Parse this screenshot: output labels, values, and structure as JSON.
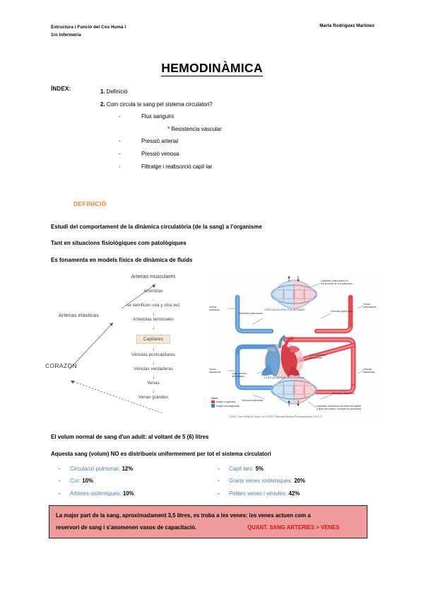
{
  "header": {
    "course_line1": "Estructura  i Funció del Cos Humà I",
    "course_line2": "1ro Infermeria",
    "author": "Marta Rodriguez Martinez"
  },
  "title": "HEMODINÀMICA",
  "index": {
    "label": "ÍNDEX:",
    "item1_num": "1.",
    "item1_text": "Definició",
    "item2_num": "2.",
    "item2_text": "Com circula la sang pel sistema circulatori?",
    "dash": "-",
    "sub1": "Flux sanguini",
    "star": "* Resistencia vascular",
    "sub2": "Pressió arterial",
    "sub3": "Pressió venosa",
    "sub4": "Filtratge i reabsorció capil·lar"
  },
  "definicio": {
    "heading": "DEFINICIÓ",
    "heading_color": "#ED7D31",
    "para1": "Estudi del comportament de la dinàmica circulatòria (de la sang) a l'organisme",
    "para2": "Tant en situacions fisiològiques com patològiques",
    "para3": "Es fonamenta en models físics de dinàmica de fluids"
  },
  "flow_diagram": {
    "heart": "CORAZÓN",
    "elastic": "Arterias elásticas",
    "chain": [
      "Arterias musculares",
      "Arteriolas",
      "se ramifican una y otra vez",
      "Arteriolas terminales",
      "Capilares",
      "Vénulas postcapilares",
      "Vénulas verdaderas",
      "Venas",
      "Venas grandes"
    ],
    "highlight_label": "Capilares",
    "highlight_color": "#F6E7D4"
  },
  "circulation_figure": {
    "center_top": "CIRCULACIÓN PULMONAR",
    "center_bottom": "CIRCULACIÓN SISTÉMICA",
    "label_arteria_pulmonar": "Arteria\npulmonar",
    "label_arteriolas_pulmonares": "Arteriolas pulmonares",
    "label_capilares_pulmonares": "Capilares pulmonares en\nlos alvéolos de los pulmones",
    "label_venulas_pulmonares": "Vénulas pulmonares",
    "label_venas_pulmonares": "Venas\npulmonares",
    "label_venas_sistemicas": "Venas\nsistémicas",
    "label_venulas_sistemicas": "Vénulas sistémicas",
    "label_arteriolas_sistemicas": "Arteriolas sistémicas",
    "label_capilares_sistemicos": "Capilares sistémicos de todos los tejidos\ny tipos del cuerpo, excepto los pulmones",
    "label_heart_left": "Lado derecho\ndel corazón",
    "label_heart_right": "Lado izquierdo\ndel corazón",
    "gas_top": "O₂   CO₂",
    "gas_bottom": "CO₂   O₂",
    "legend_title": "Clave:",
    "legend_red": "Sangre oxigenada",
    "legend_blue": "Sangre desoxigenada",
    "copyright": "©2017 John Wiley & Sons, Inc  ©2017 Editorial Médica Panamericana S.A.C.F.",
    "color_red": "#E03B42",
    "color_blue": "#3D80C2"
  },
  "volume": {
    "para1": "El volum normal de sang d'un adult: al voltant de 5 (6) litres",
    "para2": "Aquesta sang (volum) NO es distribueix uniformement per tot el sistema circulatori",
    "dash": "-",
    "label_color": "#4A7EBB",
    "left_col": [
      {
        "name": "Circulació pulmonar:",
        "value": "12%"
      },
      {
        "name": "Cor:",
        "value": "10%"
      },
      {
        "name": "Artèries sistèmiques:",
        "value": "10%"
      }
    ],
    "right_col": [
      {
        "name": "Capil·lars:",
        "value": "5%"
      },
      {
        "name": "Grans venes sistèmiques:",
        "value": "20%"
      },
      {
        "name": "Petites venes i vènules:",
        "value": "42%"
      }
    ]
  },
  "callout": {
    "line1": "La major part de la sang, aproximadament 3,5 litres, es troba a les venes: les venes actuen com a",
    "line2": "reservori de sang i s'anomenen vasos de capacitació.",
    "emphasis": "QUANT. SANG ARTERIES > VENES",
    "bg_color": "#F09B9B",
    "emphasis_color": "#D81414"
  }
}
